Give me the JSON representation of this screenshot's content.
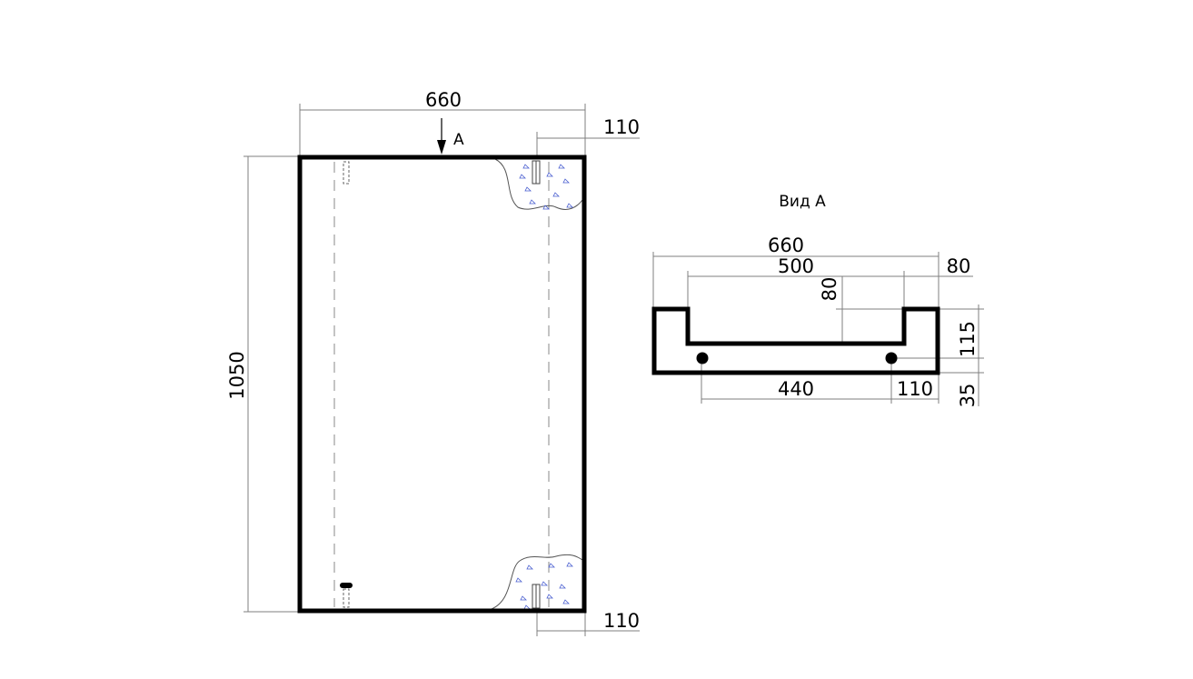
{
  "front_view": {
    "arrow_label": "A",
    "dims": {
      "width": "660",
      "height": "1050",
      "top_offset": "110",
      "bottom_offset": "110"
    }
  },
  "view_a": {
    "title": "Вид А",
    "dims": {
      "overall": "660",
      "inner": "500",
      "side": "80",
      "depth": "80",
      "height": "115",
      "hole_spacing": "440",
      "hole_edge": "110",
      "hole_height": "35"
    }
  },
  "colors": {
    "outline": "#000000",
    "dim_line": "#7f7f7f",
    "hatch": "#4a5fd0"
  }
}
